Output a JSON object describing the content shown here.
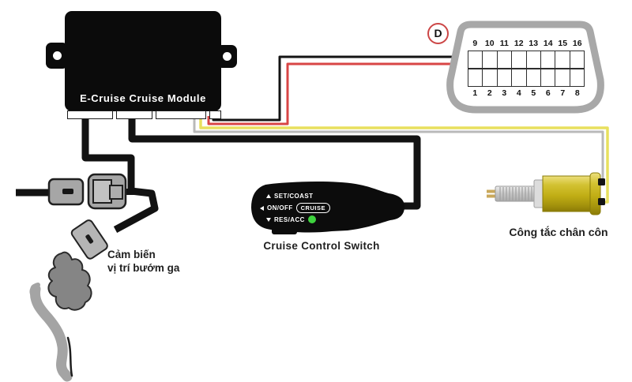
{
  "module": {
    "label": "E-Cruise Cruise Module"
  },
  "obd_connector": {
    "badge": "D",
    "badge_color": "#cc4646",
    "pins_top": [
      "9",
      "10",
      "11",
      "12",
      "13",
      "14",
      "15",
      "16"
    ],
    "pins_bottom": [
      "1",
      "2",
      "3",
      "4",
      "5",
      "6",
      "7",
      "8"
    ]
  },
  "cruise_switch": {
    "set_label": "SET/COAST",
    "onoff_label": "ON/OFF",
    "cruise_label": "CRUISE",
    "res_label": "RES/ACC",
    "indicator_color": "#3ed33e",
    "caption": "Cruise Control Switch"
  },
  "clutch_switch": {
    "caption": "Công tắc chân côn",
    "body_color": "#c1ae15"
  },
  "throttle_sensor": {
    "caption_line1": "Cảm biến",
    "caption_line2": "vị trí bướm ga"
  },
  "wire_colors": {
    "black": "#141414",
    "red": "#d84545",
    "yellow": "#e8e05e",
    "gray": "#b9b9b9"
  }
}
